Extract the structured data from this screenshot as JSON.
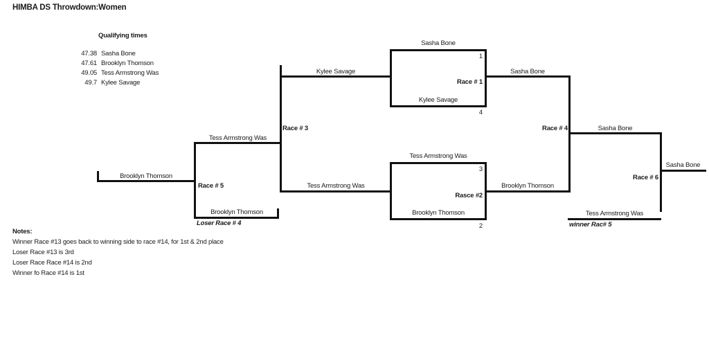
{
  "title": "HIMBA DS Throwdown:Women",
  "qualifying": {
    "heading": "Qualifying times",
    "entries": [
      {
        "time": "47.38",
        "name": "Sasha Bone"
      },
      {
        "time": "47.61",
        "name": "Brooklyn Thomson"
      },
      {
        "time": "49.05",
        "name": "Tess Armstrong Was"
      },
      {
        "time": "49.7",
        "name": "Kylee Savage"
      }
    ]
  },
  "bracket": {
    "race1": {
      "label": "Race # 1",
      "top_name": "Sasha Bone",
      "top_seed": "1",
      "bottom_name": "Kylee Savage",
      "bottom_seed": "4"
    },
    "race2": {
      "label": "Rasce #2",
      "top_name": "Tess Armstrong Was",
      "top_seed": "3",
      "bottom_name": "Brooklyn Thomson",
      "bottom_seed": "2"
    },
    "race3": {
      "label": "Race # 3",
      "top_in": "Kylee Savage",
      "bottom_in": "Tess Armstrong Was",
      "out_label": "Tess Armstrong Was"
    },
    "race4": {
      "label": "Race # 4",
      "top_in": "Sasha Bone",
      "bottom_in": "Brooklyn Thomson",
      "out_label": "Sasha Bone"
    },
    "race5": {
      "label": "Race # 5",
      "out_left": "Brooklyn Thomson",
      "bottom_in": "Brooklyn Thomson",
      "bottom_note": "Loser Race # 4"
    },
    "race6": {
      "label": "Race # 6",
      "bottom_in": "Tess Armstrong Was",
      "bottom_note": "winner Rac# 5",
      "out_label": "Sasha Bone"
    }
  },
  "notes": {
    "heading": "Notes:",
    "lines": [
      "Winner Race #13 goes back to winning side to race #14, for 1st & 2nd place",
      "Loser Race #13 is 3rd",
      "Loser Race Race #14 is 2nd",
      "Winner fo Race #14 is 1st"
    ]
  }
}
